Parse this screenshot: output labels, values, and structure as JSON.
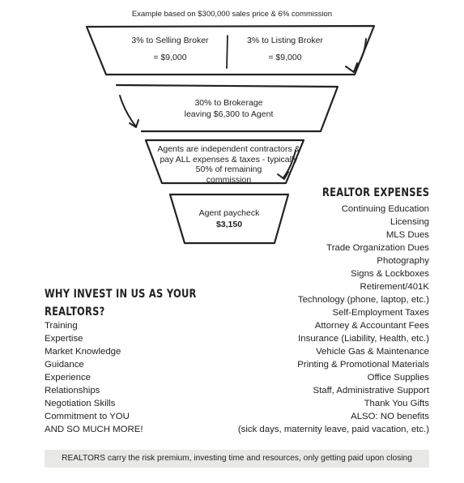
{
  "caption": "Example based on $300,000 sales price & 6% commission",
  "funnel": {
    "tier1": {
      "left": {
        "line1": "3% to Selling Broker",
        "line2": "= $9,000"
      },
      "right": {
        "line1": "3% to Listing Broker",
        "line2": "= $9,000"
      }
    },
    "tier2": {
      "line1": "30% to Brokerage",
      "line2": "leaving $6,300 to Agent"
    },
    "tier3": {
      "line1": "Agents are independent contractors &",
      "line2": "pay ALL expenses & taxes - typically",
      "line3": "50% of remaining",
      "line4": "commission"
    },
    "tier4": {
      "line1": "Agent paycheck",
      "line2": "$3,150"
    }
  },
  "expenses": {
    "title": "REALTOR EXPENSES",
    "items": [
      "Continuing Education",
      "Licensing",
      "MLS Dues",
      "Trade Organization Dues",
      "Photography",
      "Signs & Lockboxes",
      "Retirement/401K",
      "Technology (phone, laptop, etc.)",
      "Self-Employment Taxes",
      "Attorney & Accountant Fees",
      "Insurance (Liability, Health, etc.)",
      "Vehicle Gas & Maintenance",
      "Printing & Promotional Materials",
      "Office Supplies",
      "Staff, Administrative Support",
      "Thank You Gifts",
      "ALSO: NO benefits",
      "(sick days, maternity leave, paid vacation, etc.)"
    ]
  },
  "why": {
    "title_line1": "WHY INVEST IN US AS YOUR",
    "title_line2": "REALTORS?",
    "items": [
      "Training",
      "Expertise",
      "Market Knowledge",
      "Guidance",
      "Experience",
      "Relationships",
      "Negotiation Skills",
      "Commitment to YOU",
      "AND SO MUCH MORE!"
    ]
  },
  "footer": "REALTORS carry the risk premium, investing time and resources, only getting paid upon closing"
}
